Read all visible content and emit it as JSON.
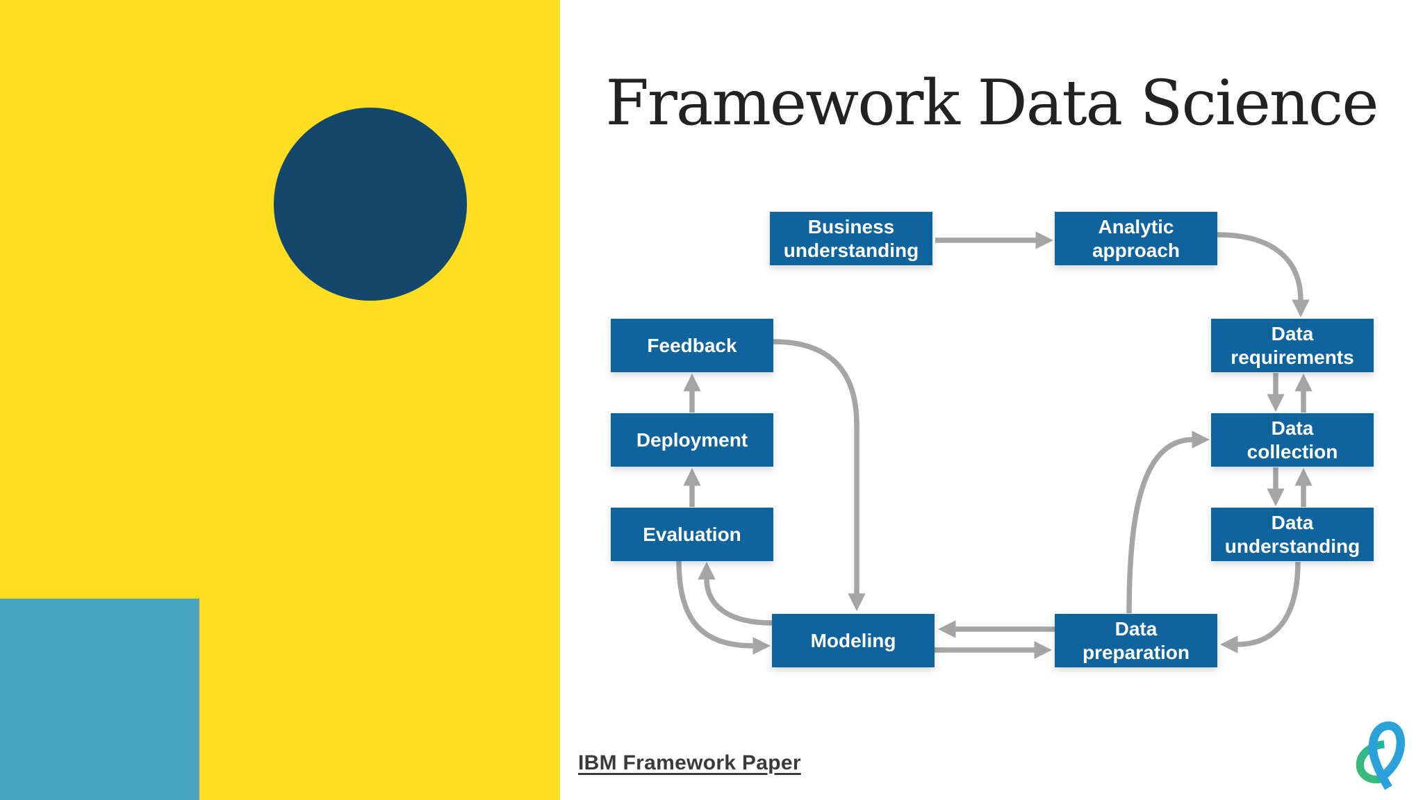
{
  "slide": {
    "title": "Framework Data Science",
    "link_label": "IBM Framework Paper"
  },
  "flowchart": {
    "nodes": [
      {
        "id": "business-understanding",
        "label": "Business\nunderstanding"
      },
      {
        "id": "analytic-approach",
        "label": "Analytic\napproach"
      },
      {
        "id": "data-requirements",
        "label": "Data\nrequirements"
      },
      {
        "id": "data-collection",
        "label": "Data\ncollection"
      },
      {
        "id": "data-understanding",
        "label": "Data\nunderstanding"
      },
      {
        "id": "data-preparation",
        "label": "Data\npreparation"
      },
      {
        "id": "modeling",
        "label": "Modeling"
      },
      {
        "id": "evaluation",
        "label": "Evaluation"
      },
      {
        "id": "deployment",
        "label": "Deployment"
      },
      {
        "id": "feedback",
        "label": "Feedback"
      }
    ],
    "edges": [
      {
        "from": "business-understanding",
        "to": "analytic-approach"
      },
      {
        "from": "analytic-approach",
        "to": "data-requirements"
      },
      {
        "from": "data-requirements",
        "to": "data-collection"
      },
      {
        "from": "data-collection",
        "to": "data-requirements"
      },
      {
        "from": "data-collection",
        "to": "data-understanding"
      },
      {
        "from": "data-understanding",
        "to": "data-collection"
      },
      {
        "from": "data-understanding",
        "to": "data-preparation"
      },
      {
        "from": "data-preparation",
        "to": "modeling"
      },
      {
        "from": "modeling",
        "to": "data-preparation"
      },
      {
        "from": "data-preparation",
        "to": "data-collection"
      },
      {
        "from": "feedback",
        "to": "modeling"
      },
      {
        "from": "evaluation",
        "to": "modeling"
      },
      {
        "from": "modeling",
        "to": "evaluation"
      },
      {
        "from": "evaluation",
        "to": "deployment"
      },
      {
        "from": "deployment",
        "to": "feedback"
      }
    ]
  },
  "colors": {
    "background": "#ffffff",
    "panel_yellow": "#ffdd20",
    "circle_navy": "#14476c",
    "square_blue": "#49a5c1",
    "node_blue": "#10649e",
    "node_text": "#ffffff",
    "arrow_gray": "#a5a5a5",
    "title_color": "#222222",
    "link_color": "#3a3a3a",
    "logo_blue": "#2ba1d9",
    "logo_green": "#3ebc72",
    "logo_teal": "#22b3a2"
  }
}
